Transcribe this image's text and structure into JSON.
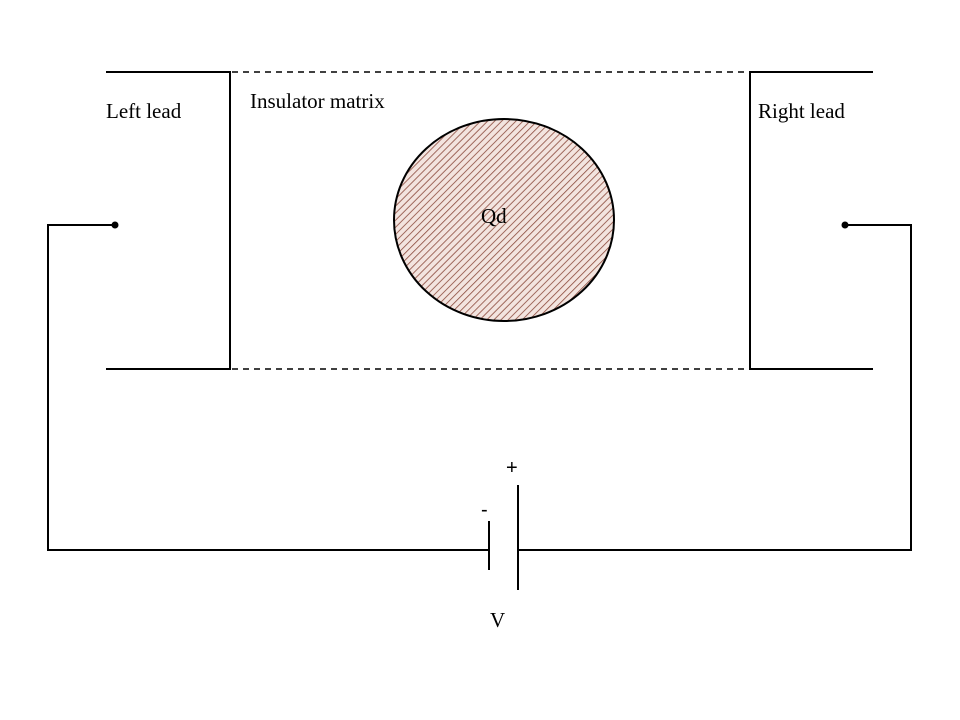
{
  "labels": {
    "left_lead": "Left lead",
    "right_lead": "Right lead",
    "insulator": "Insulator matrix",
    "dot": "Qd",
    "plus": "+",
    "minus": "-",
    "voltage": "V"
  },
  "colors": {
    "line": "#000000",
    "dot_hatch": "#8b4a3c",
    "dot_fill": "#f3e4df",
    "background": "#ffffff"
  }
}
